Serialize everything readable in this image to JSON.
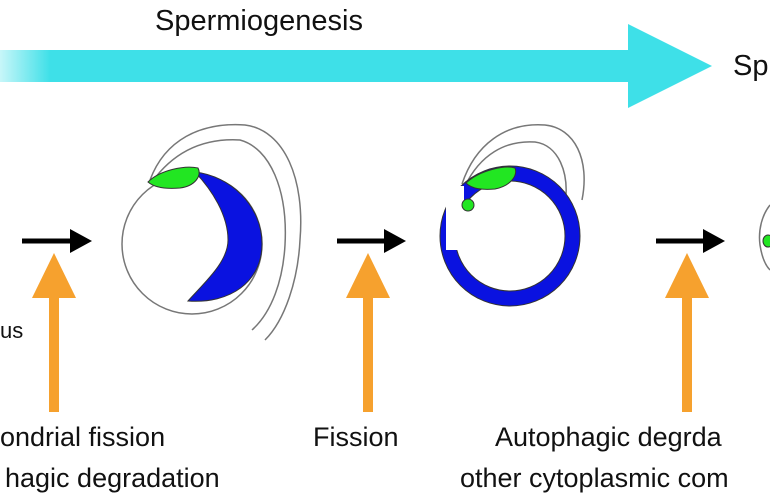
{
  "diagram": {
    "process_label": "Spermiogenesis",
    "next_stage_label": "Sp",
    "partial_left_label": "us",
    "step_captions": {
      "step1_line1": "ondrial fission",
      "step1_line2": "hagic degradation",
      "step2_line1": "Fission",
      "step3_line1": "Autophagic degrda",
      "step3_line2": "other cytoplasmic com"
    },
    "colors": {
      "process_arrow": "#3ee0e8",
      "process_arrow_fade": "#c8f6f9",
      "event_arrow": "#f6a12e",
      "mitochondria": "#0a12e0",
      "acrosome": "#22e622",
      "outline": "#777777",
      "arrow_black": "#000000"
    }
  }
}
